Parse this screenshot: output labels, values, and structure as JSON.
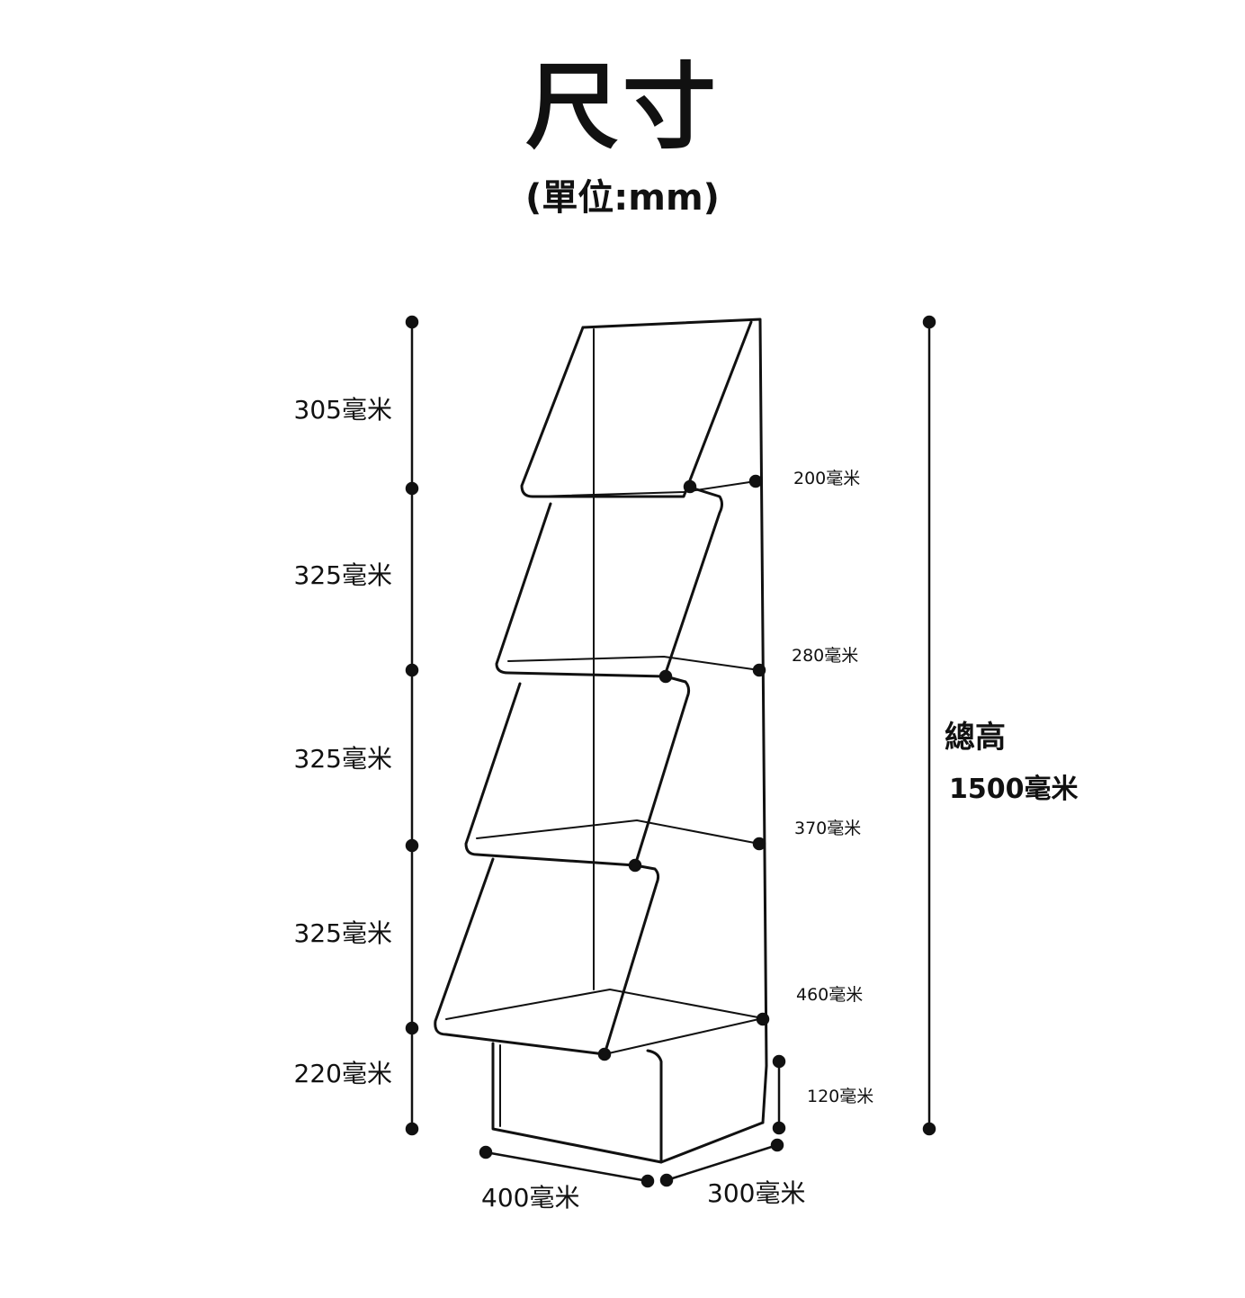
{
  "title": "尺寸",
  "subtitle": "(單位:mm)",
  "left_dims": [
    "305毫米",
    "325毫米",
    "325毫米",
    "325毫米",
    "220毫米"
  ],
  "shelf_depths": [
    "200毫米",
    "280毫米",
    "370毫米",
    "460毫米"
  ],
  "base_height": "120毫米",
  "bottom_dims": {
    "width": "400毫米",
    "depth": "300毫米"
  },
  "total": {
    "name": "總高",
    "value": "1500毫米"
  }
}
